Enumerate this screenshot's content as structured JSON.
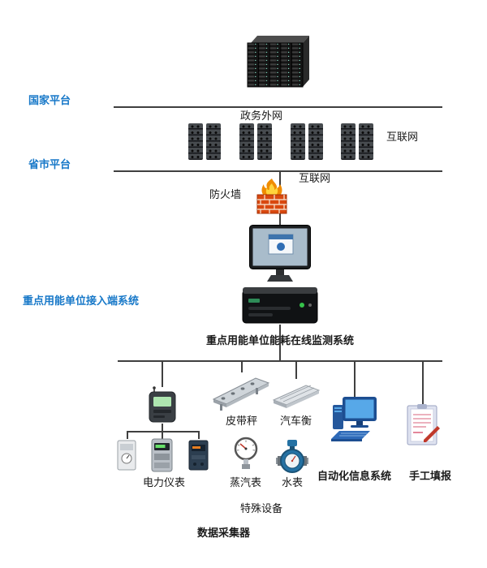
{
  "colors": {
    "label_blue": "#1778c8",
    "line": "#3f3f3f",
    "firewall_brick": "#d9480f",
    "flame_yellow": "#ffd43b",
    "device_blue": "#2e6ab8",
    "water_meter_blue": "#2471a3"
  },
  "labels": {
    "national_platform": "国家平台",
    "gov_external_net": "政务外网",
    "internet_national": "互联网",
    "province_platform": "省市平台",
    "internet_province": "互联网",
    "firewall": "防火墙",
    "access_system": "重点用能单位接入端系统",
    "monitoring_system": "重点用能单位能耗在线监测系统",
    "belt_scale": "皮带秤",
    "truck_scale": "汽车衡",
    "power_meter": "电力仪表",
    "steam_meter": "蒸汽表",
    "water_meter": "水表",
    "automation_system": "自动化信息系统",
    "manual_report": "手工填报",
    "special_equipment": "特殊设备",
    "data_collector": "数据采集器"
  },
  "icons": [
    "server-rack-cluster-icon",
    "server-stack-icon",
    "firewall-flame-brick-icon",
    "monitor-icon",
    "server-chassis-icon",
    "data-collector-device-icon",
    "belt-scale-icon",
    "truck-scale-icon",
    "computer-workstation-icon",
    "clipboard-pen-icon",
    "power-meter-icon",
    "pressure-gauge-icon",
    "water-meter-icon"
  ]
}
